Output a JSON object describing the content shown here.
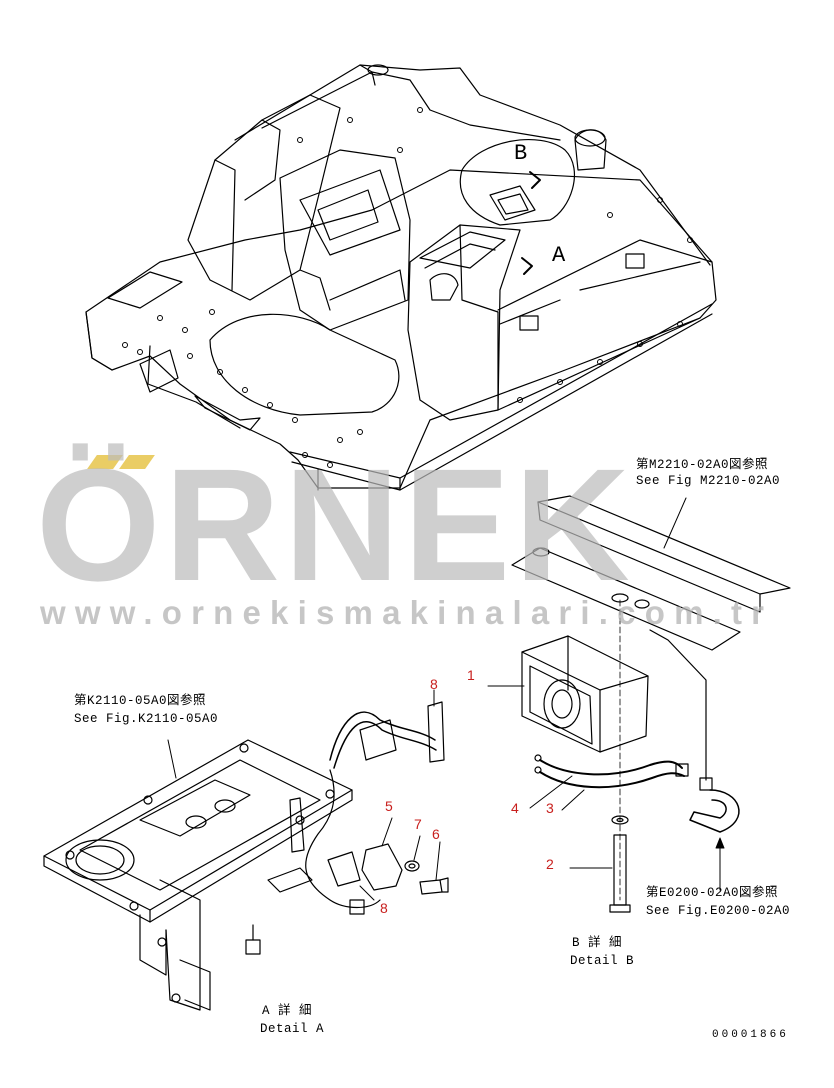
{
  "watermark": {
    "brand": "ÖRNEK",
    "url": "www.ornekismakinalari.com.tr",
    "colors": {
      "text": "#bcbcbc",
      "dots": "#e6c44a"
    }
  },
  "references": {
    "m2210_ja": "第M2210-02A0図参照",
    "m2210_en": "See Fig M2210-02A0",
    "k2110_ja": "第K2110-05A0図参照",
    "k2110_en": "See Fig.K2110-05A0",
    "e0200_ja": "第E0200-02A0図参照",
    "e0200_en": "See Fig.E0200-02A0"
  },
  "details": {
    "a_ja": "A 詳 細",
    "a_en": "Detail A",
    "b_ja": "B 詳 細",
    "b_en": "Detail B",
    "view_a": "A",
    "view_b": "B"
  },
  "part_numbers": {
    "p1": "1",
    "p2": "2",
    "p3": "3",
    "p4": "4",
    "p5": "5",
    "p6": "6",
    "p7": "7",
    "p8a": "8",
    "p8b": "8",
    "color": "#c8201e"
  },
  "drawing_id": "00001866"
}
